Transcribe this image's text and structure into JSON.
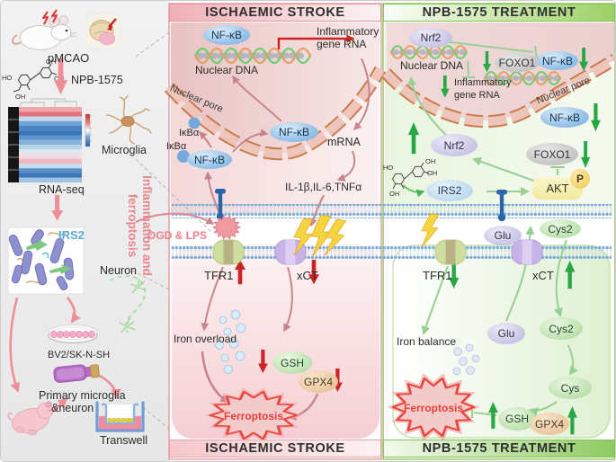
{
  "sidebar": {
    "pmcao": "pMCAO",
    "npb": "NPB-1575",
    "rna_seq": "RNA-seq",
    "microglia": "Microglia",
    "vertical_line1": "Inflammation and",
    "vertical_line2": "ferroptosis",
    "irs2": "IRS2",
    "neuron": "Neuron",
    "bv2": "BV2/SK-N-SH",
    "primary_line1": "Primary microglia",
    "primary_line2": "&neuron",
    "transwell": "Transwell"
  },
  "chem": {
    "ho": "HO",
    "oh": "OH"
  },
  "stroke_panel": {
    "header": "ISCHAEMIC STROKE",
    "footer": "ISCHAEMIC STROKE",
    "nfkb_nucleus": "NF-κB",
    "nuclear_dna": "Nuclear DNA",
    "inflammatory_line1": "Inflammatory",
    "inflammatory_line2": "gene RNA",
    "nuclear_pore": "Nuclear pore",
    "ikba_top": "IκBα",
    "ikba_left": "IκBα",
    "nfkb_complex": "NF-κB",
    "nfkb_free": "NF-κB",
    "mrna": "mRNA",
    "cytokines": "IL-1β,IL-6,TNFα",
    "ogd_lps": "OGD & LPS",
    "tfr1": "TFR1",
    "xct": "xCT",
    "iron_overload": "Iron overload",
    "gsh": "GSH",
    "gpx4": "GPX4",
    "ferroptosis": "Ferroptosis"
  },
  "treatment_panel": {
    "header": "NPB-1575 TREATMENT",
    "footer": "NPB-1575 TREATMENT",
    "nrf2_nucleus": "Nrf2",
    "nuclear_dna": "Nuclear DNA",
    "foxo1_nucleus": "FOXO1",
    "nfkb_nucleus": "NF-κB",
    "inflammatory_line1": "Inflammatory",
    "inflammatory_line2": "gene RNA",
    "nuclear_pore": "Nuclear pore",
    "nfkb_cyto": "NF-κB",
    "nrf2_cyto": "Nrf2",
    "irs2": "IRS2",
    "foxo1_cyto": "FOXO1",
    "akt": "AKT",
    "phospho": "P",
    "glu_out": "Glu",
    "cys2_out": "Cys2",
    "tfr1": "TFR1",
    "xct": "xCT",
    "iron_balance": "Iron balance",
    "glu_in": "Glu",
    "cys2_in": "Cys2",
    "cys": "Cys",
    "gsh": "GSH",
    "gpx4": "GPX4",
    "ferroptosis": "Ferroptosis"
  },
  "colors": {
    "stroke_accent": "#e69aa2",
    "treatment_accent": "#8cc85c",
    "regulation_stroke": "#cf2222",
    "regulation_treatment": "#28a844",
    "ferroptosis_text": "#e5413a",
    "ogd_lps_text": "#e8808c"
  }
}
